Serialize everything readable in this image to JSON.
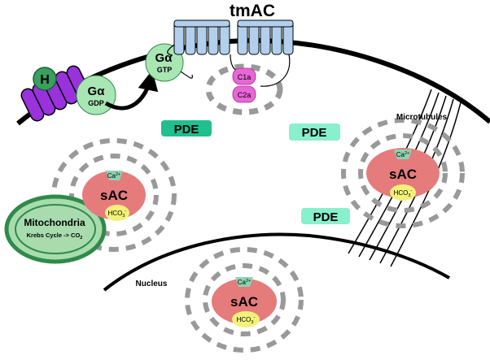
{
  "labels": {
    "tmac": "tmAC",
    "hormone": "H",
    "galpha": "Gα",
    "gdp": "GDP",
    "gtp": "GTP",
    "c1a": "C1a",
    "c2a": "C2a",
    "microtubules": "Microtubules",
    "mitochondria": "Mitochondria",
    "krebs": "Krebs Cycle -> CO",
    "krebs_sub": "2",
    "nucleus": "Nucleus"
  },
  "pde": [
    "PDE",
    "PDE",
    "PDE"
  ],
  "sac": [
    {
      "name": "sAC",
      "ca": "Ca",
      "ca_sup": "2+",
      "hco": "HCO",
      "hco_sub": "3",
      "hco_sup": "-"
    },
    {
      "name": "sAC",
      "ca": "Ca",
      "ca_sup": "2+",
      "hco": "HCO",
      "hco_sub": "3",
      "hco_sup": "-"
    },
    {
      "name": "sAC",
      "ca": "Ca",
      "ca_sup": "2+",
      "hco": "HCO",
      "hco_sub": "3",
      "hco_sup": "-"
    }
  ],
  "colors": {
    "membrane": "#000000",
    "tmac_fill": "#b3cfee",
    "hormone_fill": "#3aa05e",
    "gpcr_fill": "#9932dd",
    "g_protein_fill": "#a8e6b4",
    "c_domain_fill": "#e966d6",
    "pde_dark": "#1fbf8f",
    "pde_light": "#88f0cc",
    "sac_fill": "#e57b7b",
    "ca_fill": "#8ed1b3",
    "hco_fill": "#f2f27a",
    "mito_outer": "#2f8a4a",
    "mito_inner": "#a8dcae",
    "cloud": "#999999"
  }
}
